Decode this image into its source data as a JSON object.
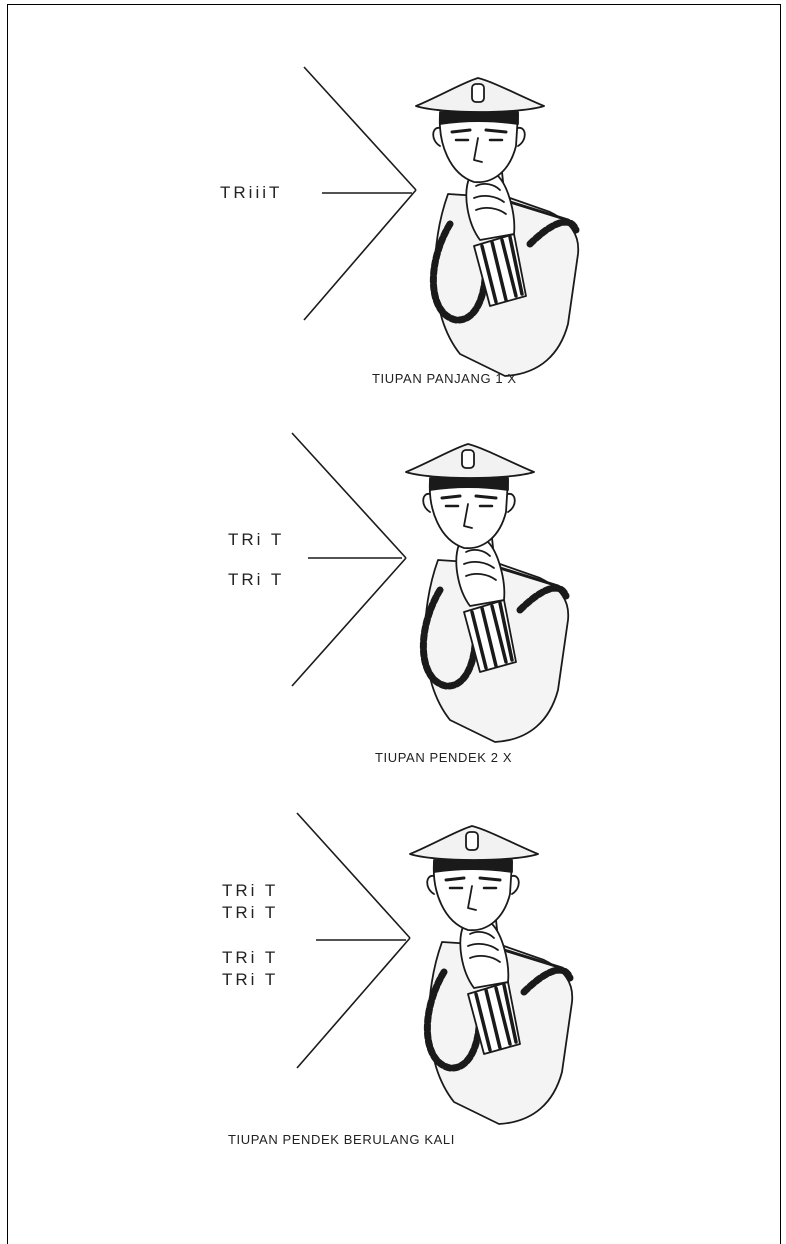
{
  "panels": [
    {
      "sounds": [
        "TRiiiT"
      ],
      "caption": "TIUPAN PANJANG 1 X"
    },
    {
      "sounds": [
        "TRi T",
        "TRi T"
      ],
      "caption": "TIUPAN PENDEK 2 X"
    },
    {
      "sounds": [
        "TRi T",
        "TRi T",
        "TRi T",
        "TRi T"
      ],
      "caption": "TIUPAN PENDEK BERULANG KALI"
    }
  ],
  "colors": {
    "line": "#1a1a1a",
    "cap_fill": "#f2f2f2",
    "skin_fill": "#f4f4f4"
  }
}
